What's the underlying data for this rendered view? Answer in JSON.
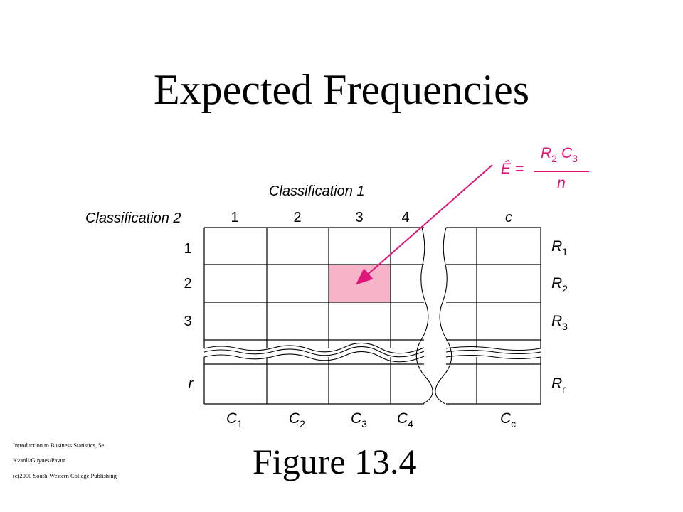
{
  "slide": {
    "title": "Expected Frequencies",
    "figure_label": "Figure 13.4",
    "credits": [
      "Introduction to Business Statistics, 5e",
      "Kvanli/Guynes/Pavur",
      "(c)2000 South-Western College Publishing"
    ]
  },
  "diagram": {
    "classification1_label": "Classification 1",
    "classification2_label": "Classification 2",
    "column_headers": [
      "1",
      "2",
      "3",
      "4",
      "c"
    ],
    "row_headers": [
      "1",
      "2",
      "3",
      "r"
    ],
    "row_totals": [
      {
        "main": "R",
        "sub": "1"
      },
      {
        "main": "R",
        "sub": "2"
      },
      {
        "main": "R",
        "sub": "3"
      },
      {
        "main": "R",
        "sub": "r"
      }
    ],
    "column_totals": [
      {
        "main": "C",
        "sub": "1"
      },
      {
        "main": "C",
        "sub": "2"
      },
      {
        "main": "C",
        "sub": "3"
      },
      {
        "main": "C",
        "sub": "4"
      },
      {
        "main": "C",
        "sub": "c"
      }
    ],
    "formula": {
      "lhs": "Ê =",
      "num_r": "R",
      "num_r_sub": "2",
      "num_c": "C",
      "num_c_sub": "3",
      "denominator": "n"
    },
    "highlight_color": "#f7b3c8",
    "accent_color": "#e0157a"
  }
}
